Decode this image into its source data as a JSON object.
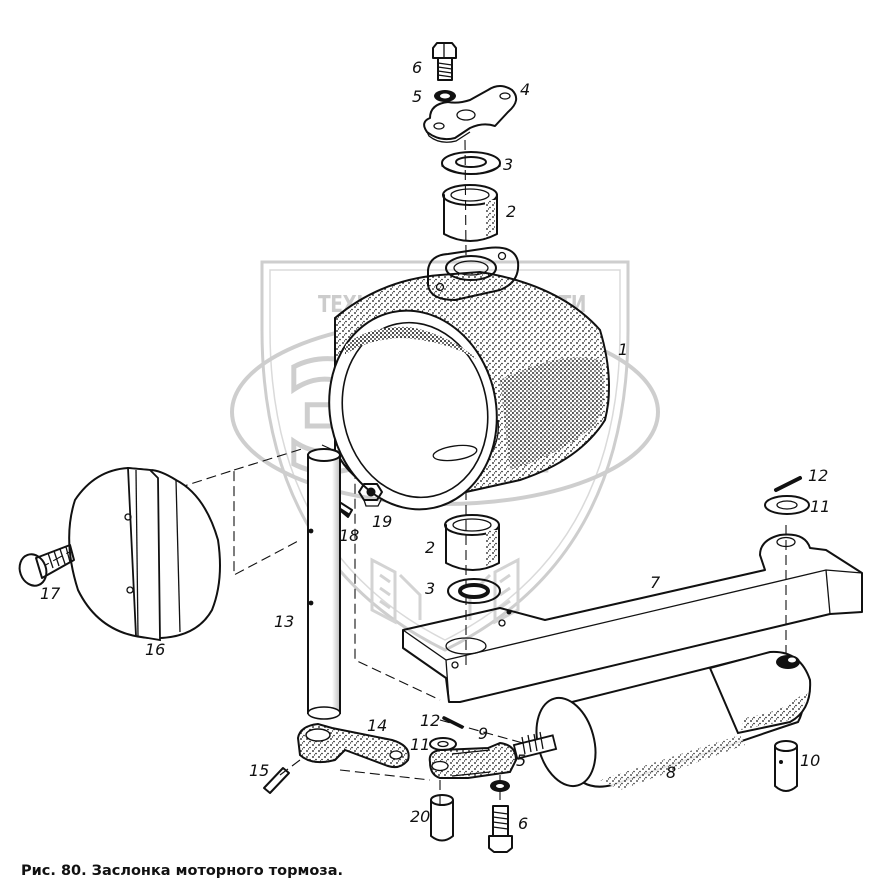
{
  "caption": "Рис. 80. Заслонка моторного тормоза.",
  "watermark": {
    "text": "ТЕХНИЧЕСКИЕ ЗАПЧАСТИ",
    "logo": "ЭПР"
  },
  "parts": [
    {
      "id": "1",
      "label": "1"
    },
    {
      "id": "2-top",
      "label": "2"
    },
    {
      "id": "3-top",
      "label": "3"
    },
    {
      "id": "4",
      "label": "4"
    },
    {
      "id": "5-top",
      "label": "5"
    },
    {
      "id": "6-top",
      "label": "6"
    },
    {
      "id": "7",
      "label": "7"
    },
    {
      "id": "8",
      "label": "8"
    },
    {
      "id": "9",
      "label": "9"
    },
    {
      "id": "10",
      "label": "10"
    },
    {
      "id": "11-right",
      "label": "11"
    },
    {
      "id": "12-right",
      "label": "12"
    },
    {
      "id": "13",
      "label": "13"
    },
    {
      "id": "14",
      "label": "14"
    },
    {
      "id": "15",
      "label": "15"
    },
    {
      "id": "16",
      "label": "16"
    },
    {
      "id": "17",
      "label": "17"
    },
    {
      "id": "18",
      "label": "18"
    },
    {
      "id": "19",
      "label": "19"
    },
    {
      "id": "20",
      "label": "20"
    },
    {
      "id": "2-bottom",
      "label": "2"
    },
    {
      "id": "3-bottom",
      "label": "3"
    },
    {
      "id": "11-left",
      "label": "11"
    },
    {
      "id": "12-left",
      "label": "12"
    },
    {
      "id": "5-bottom",
      "label": "5"
    },
    {
      "id": "6-bottom",
      "label": "6"
    }
  ]
}
